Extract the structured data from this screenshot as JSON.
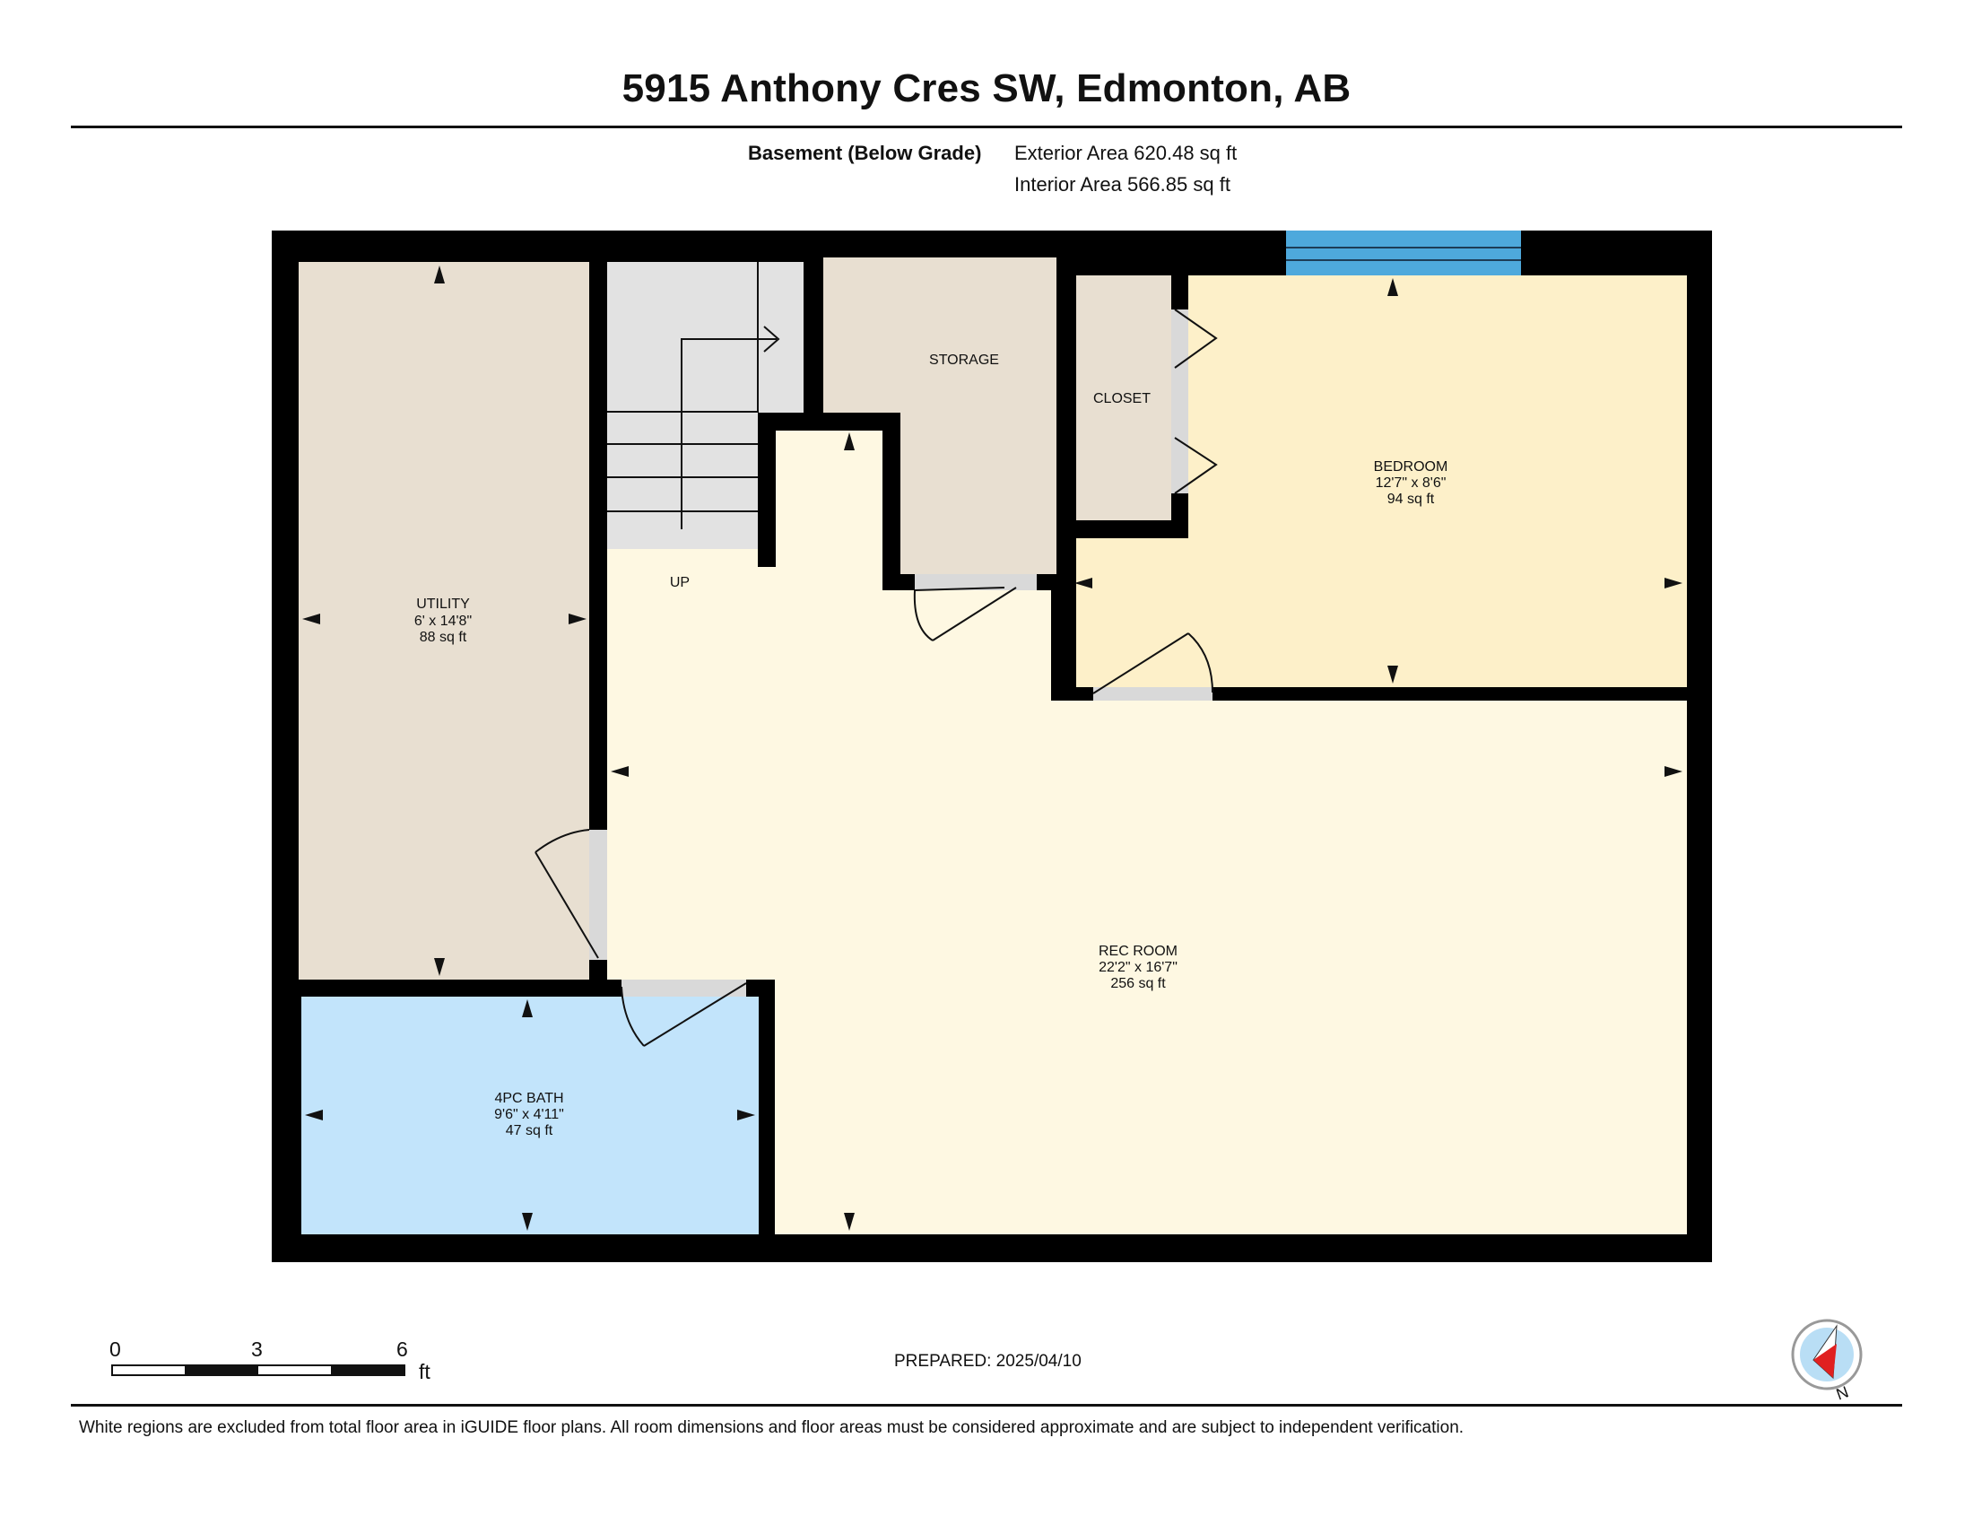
{
  "header": {
    "title": "5915 Anthony Cres SW, Edmonton, AB",
    "floor_label": "Basement (Below Grade)",
    "exterior_area": "Exterior Area 620.48 sq ft",
    "interior_area": "Interior Area 566.85 sq ft"
  },
  "rooms": {
    "utility": {
      "name": "UTILITY",
      "dims": "6' x 14'8\"",
      "area": "88 sq ft"
    },
    "storage": {
      "name": "STORAGE"
    },
    "closet": {
      "name": "CLOSET"
    },
    "bedroom": {
      "name": "BEDROOM",
      "dims": "12'7\" x 8'6\"",
      "area": "94 sq ft"
    },
    "stairs": {
      "name": "UP"
    },
    "rec_room": {
      "name": "REC ROOM",
      "dims": "22'2\" x 16'7\"",
      "area": "256 sq ft"
    },
    "bath": {
      "name": "4PC BATH",
      "dims": "9'6\" x 4'11\"",
      "area": "47 sq ft"
    }
  },
  "scale": {
    "ticks": [
      "0",
      "3",
      "6"
    ],
    "unit": "ft"
  },
  "prepared": "PREPARED: 2025/04/10",
  "compass": {
    "label": "N"
  },
  "footer": {
    "disclaimer": "White regions are excluded from total floor area in iGUIDE floor plans. All room dimensions and floor areas must be considered approximate and are subject to independent verification."
  },
  "colors": {
    "wall": "#000000",
    "utility": "#e8dfd1",
    "storage": "#e8dfd1",
    "closet": "#e8dfd1",
    "bedroom": "#fdf0c9",
    "rec_room": "#fef8e2",
    "bath": "#c2e4fb",
    "stairs": "#e2e2e2",
    "window": "#4ea9dc",
    "compass_accent": "#e02020",
    "compass_face": "#b9def5"
  }
}
